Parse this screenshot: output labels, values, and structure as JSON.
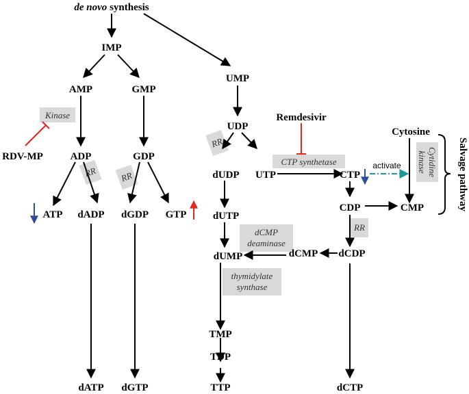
{
  "nodes": {
    "de_novo_italic": "de novo",
    "de_novo_rest": " synthesis",
    "imp": "IMP",
    "amp": "AMP",
    "gmp": "GMP",
    "ump": "UMP",
    "adp": "ADP",
    "gdp": "GDP",
    "udp": "UDP",
    "atp": "ATP",
    "dadp": "dADP",
    "dgdp": "dGDP",
    "gtp": "GTP",
    "datp": "dATP",
    "dgtp": "dGTP",
    "dudp": "dUDP",
    "utp": "UTP",
    "ctp": "CTP",
    "cdp": "CDP",
    "cmp": "CMP",
    "dutp": "dUTP",
    "dump": "dUMP",
    "dcmp": "dCMP",
    "dcdp": "dCDP",
    "tmp": "TMP",
    "tdp": "TDP",
    "ttp": "TTP",
    "dctp": "dCTP",
    "cytosine": "Cytosine",
    "remdesivir": "Remdesivir",
    "rdv_mp": "RDV-MP"
  },
  "enzymes": {
    "kinase": "Kinase",
    "rr": "RR",
    "ctp_synthetase": "CTP synthetase",
    "cytidine_kinase_1": "Cytidine",
    "cytidine_kinase_2": "kinase",
    "dcmp_deaminase_1": "dCMP",
    "dcmp_deaminase_2": "deaminase",
    "thymidylate_synthase_1": "thymidylate",
    "thymidylate_synthase_2": "synthase"
  },
  "labels": {
    "activate": "activate",
    "salvage_pathway": "Salvage pathway"
  },
  "colors": {
    "inhibition": "#e8261e",
    "up_arrow": "#e8261e",
    "down_arrow": "#2b4f9e",
    "activation": "#1a9a9a",
    "enzyme_box": "#d9d9d9"
  }
}
